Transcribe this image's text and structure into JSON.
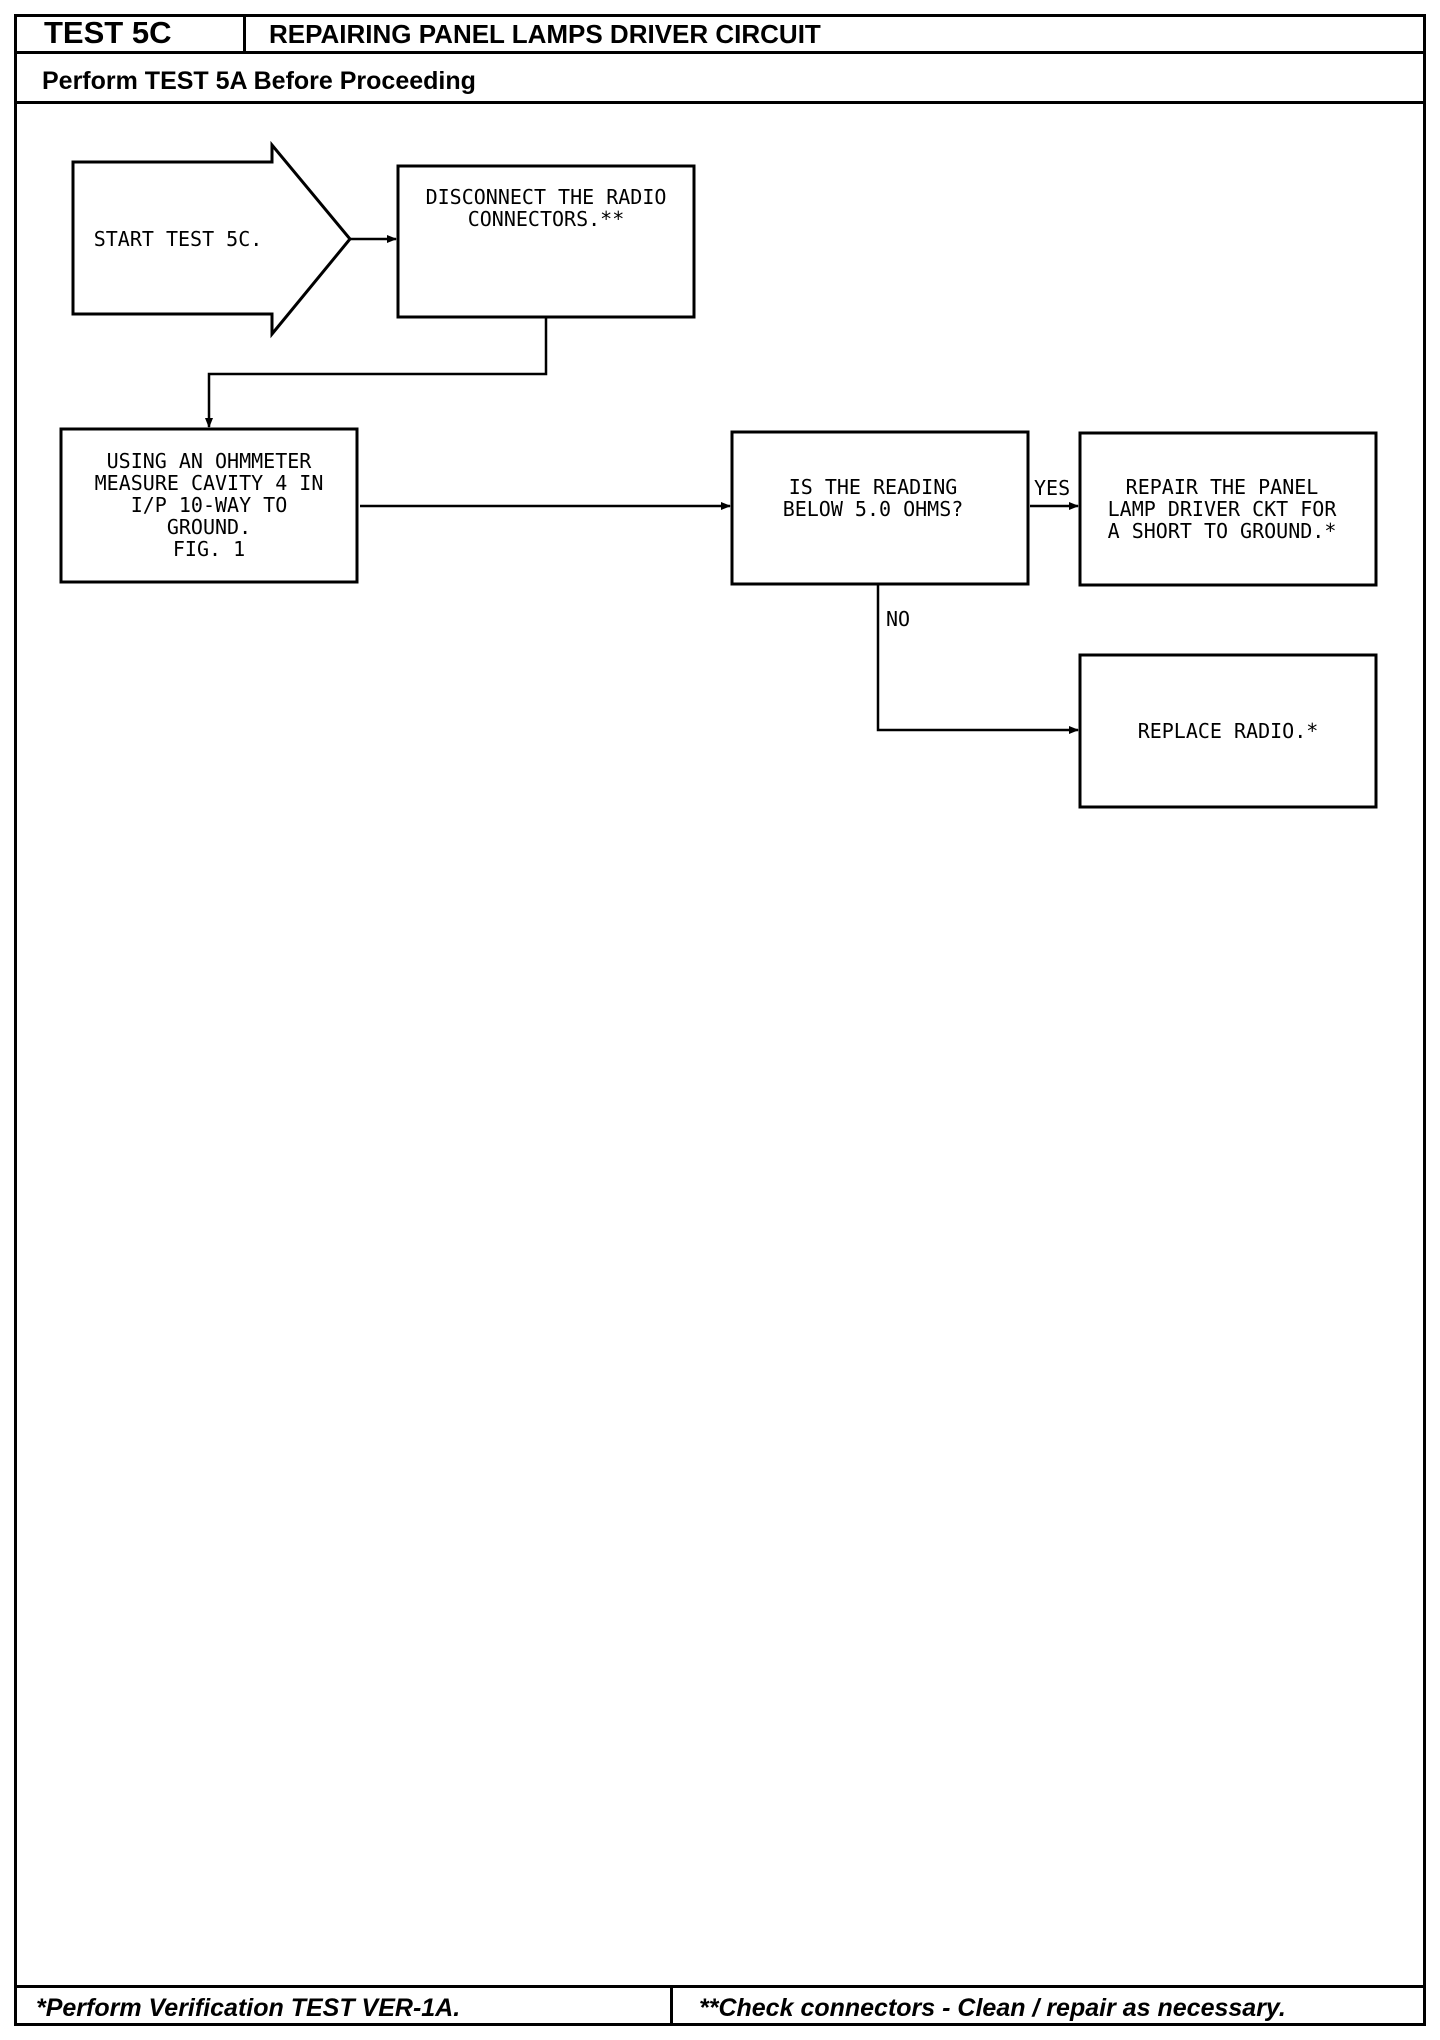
{
  "header": {
    "test_id": "TEST 5C",
    "title": "REPAIRING PANEL LAMPS DRIVER CIRCUIT",
    "prerequisite": "Perform TEST 5A Before Proceeding"
  },
  "flow": {
    "start": [
      "START TEST 5C."
    ],
    "disconnect": [
      "DISCONNECT THE RADIO",
      "CONNECTORS.**"
    ],
    "measure": [
      "USING AN OHMMETER",
      "MEASURE CAVITY 4 IN",
      "I/P 10-WAY TO",
      "GROUND.",
      "FIG. 1"
    ],
    "question": [
      "IS THE READING",
      "BELOW 5.0 OHMS?"
    ],
    "repair": [
      "REPAIR THE PANEL",
      "LAMP DRIVER CKT FOR",
      "A SHORT TO GROUND.*"
    ],
    "replace": [
      "REPLACE RADIO.*"
    ],
    "yes_label": "YES",
    "no_label": "NO"
  },
  "footer": {
    "left_note": "*Perform Verification TEST VER-1A.",
    "right_note": "**Check connectors - Clean / repair as necessary."
  }
}
